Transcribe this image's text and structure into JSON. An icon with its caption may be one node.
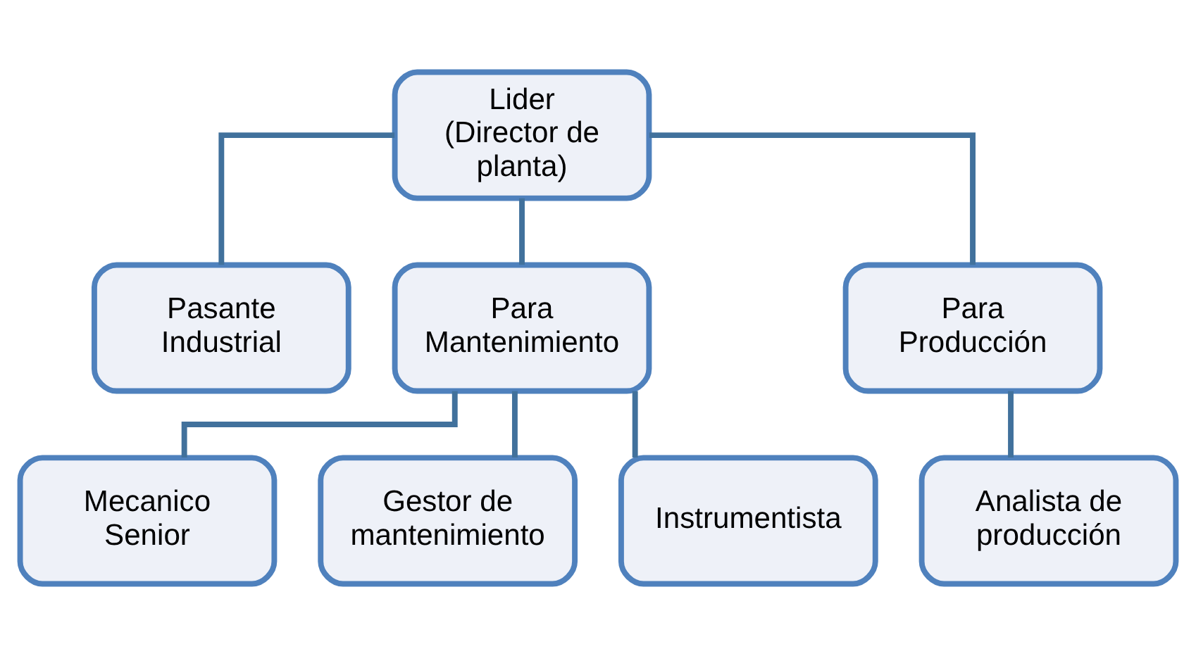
{
  "diagram": {
    "nodes": [
      {
        "text": [
          "Lider (Director de planta)"
        ]
      },
      {
        "text": [
          "Pasante Industrial"
        ]
      },
      {
        "text": [
          "Para Mantenimiento"
        ]
      },
      {
        "text": [
          "Para Producción"
        ]
      },
      {
        "text": [
          "Mecanico Senior"
        ]
      },
      {
        "text": [
          "Gestor de mantenimiento"
        ]
      },
      {
        "text": [
          "Instrumentista"
        ]
      },
      {
        "text": [
          "Analista de producción"
        ]
      }
    ],
    "edges": [
      {
        "from": 0,
        "to": 1,
        "arrow": "none"
      },
      {
        "from": 0,
        "to": 2,
        "arrow": "none"
      },
      {
        "from": 0,
        "to": 3,
        "arrow": "none"
      },
      {
        "from": 2,
        "to": 4,
        "arrow": "none"
      },
      {
        "from": 2,
        "to": 5,
        "arrow": "none"
      },
      {
        "from": 2,
        "to": 6,
        "arrow": "none"
      },
      {
        "from": 3,
        "to": 7,
        "arrow": "none"
      }
    ]
  }
}
